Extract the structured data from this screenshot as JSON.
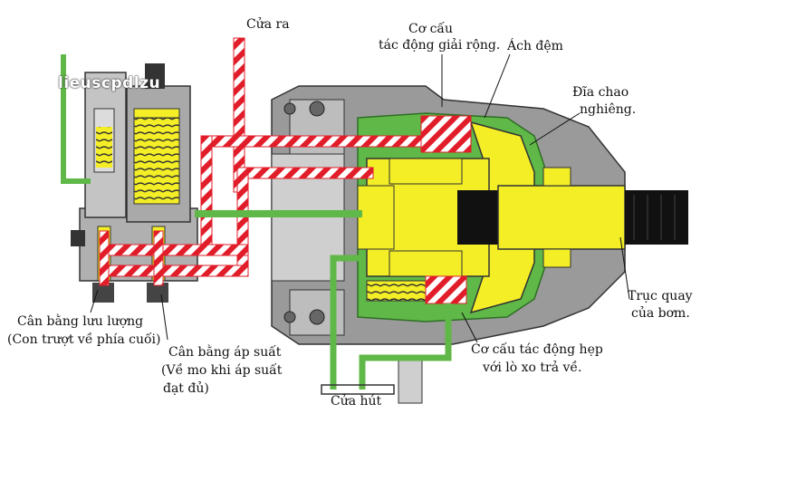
{
  "watermark": "lieuscpdlzu",
  "labels": {
    "outlet": "Cửa ra",
    "large_actuator_line1": "Cơ cấu",
    "large_actuator_line2": "tác động giải rộng.",
    "damper": "Ách đệm",
    "swash_plate_line1": "Đĩa chao",
    "swash_plate_line2": "nghiêng.",
    "shaft_line1": "Trục quay",
    "shaft_line2": "của bơm.",
    "small_actuator_line1": "Cơ cấu tác động hẹp",
    "small_actuator_line2": "với lò xo trả về.",
    "inlet": "Cửa hút",
    "flow_comp_line1": "Cân bằng lưu lượng",
    "flow_comp_line2": "(Con trượt về phía cuối)",
    "pressure_comp_line1": "Cân bằng áp suất",
    "pressure_comp_line2": "(Về mo khi áp suất",
    "pressure_comp_line3": "đạt đủ)"
  },
  "colors": {
    "pressure_red": "#e11d2a",
    "pilot_green": "#5fb847",
    "part_yellow": "#f3ee26",
    "housing_gray": "#8a8a8a",
    "housing_light": "#cfcfcf",
    "shaft_black": "#111111"
  }
}
